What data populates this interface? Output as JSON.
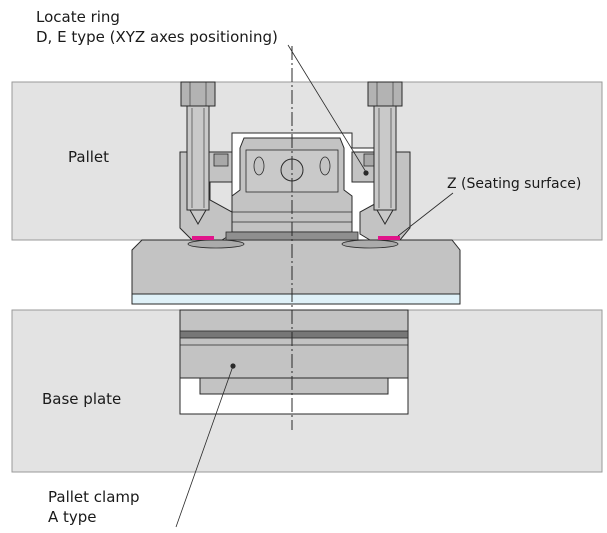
{
  "labels": {
    "locate_ring_line1": "Locate ring",
    "locate_ring_line2": "D, E type (XYZ axes positioning)",
    "pallet": "Pallet",
    "seating_surface": "Z (Seating surface)",
    "base_plate": "Base plate",
    "pallet_clamp_line1": "Pallet clamp",
    "pallet_clamp_line2": "A type"
  },
  "colors": {
    "plate_fill": "#e3e3e3",
    "part_fill": "#c3c3c3",
    "part_dark": "#9d9d9d",
    "outline": "#2a2a2a",
    "seating_highlight": "#e0148a",
    "flange_stripe": "#dff1f8"
  }
}
